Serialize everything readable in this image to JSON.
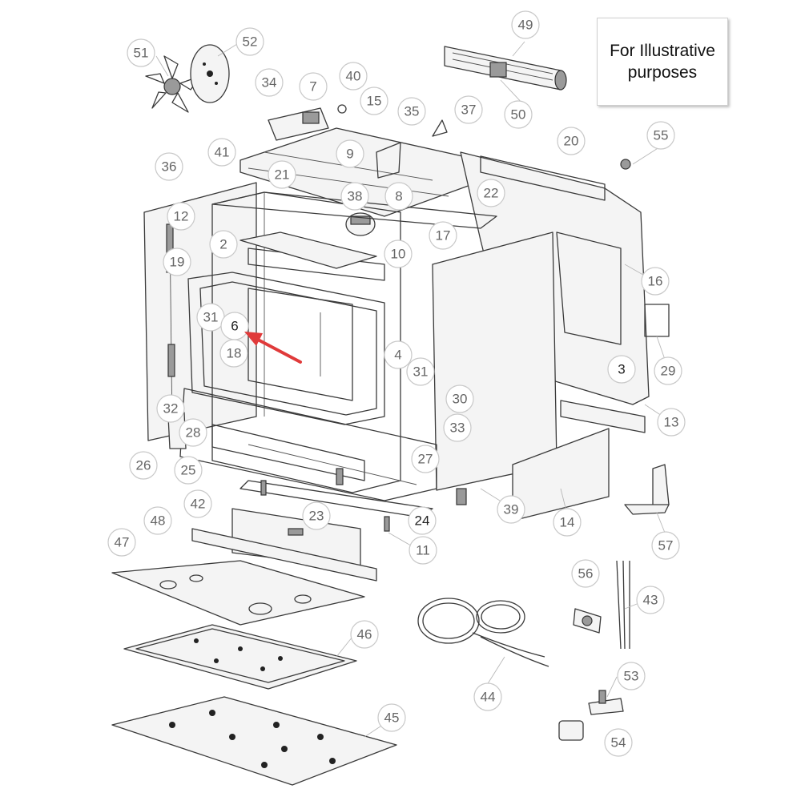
{
  "note": {
    "text": "For Illustrative\npurposes"
  },
  "highlight": {
    "part_number": "6",
    "arrow_color": "#e03a3a"
  },
  "callouts": [
    {
      "id": "51",
      "label": "51"
    },
    {
      "id": "52",
      "label": "52"
    },
    {
      "id": "34",
      "label": "34"
    },
    {
      "id": "7",
      "label": "7"
    },
    {
      "id": "40",
      "label": "40"
    },
    {
      "id": "15",
      "label": "15"
    },
    {
      "id": "35",
      "label": "35"
    },
    {
      "id": "37",
      "label": "37"
    },
    {
      "id": "49",
      "label": "49"
    },
    {
      "id": "50",
      "label": "50"
    },
    {
      "id": "55",
      "label": "55"
    },
    {
      "id": "20",
      "label": "20"
    },
    {
      "id": "36",
      "label": "36"
    },
    {
      "id": "41",
      "label": "41"
    },
    {
      "id": "9",
      "label": "9"
    },
    {
      "id": "21",
      "label": "21"
    },
    {
      "id": "38",
      "label": "38"
    },
    {
      "id": "8",
      "label": "8"
    },
    {
      "id": "22",
      "label": "22"
    },
    {
      "id": "12",
      "label": "12"
    },
    {
      "id": "2",
      "label": "2"
    },
    {
      "id": "17",
      "label": "17"
    },
    {
      "id": "10",
      "label": "10"
    },
    {
      "id": "19",
      "label": "19"
    },
    {
      "id": "16",
      "label": "16"
    },
    {
      "id": "31a",
      "label": "31"
    },
    {
      "id": "6",
      "label": "6"
    },
    {
      "id": "18",
      "label": "18"
    },
    {
      "id": "4",
      "label": "4"
    },
    {
      "id": "31b",
      "label": "31"
    },
    {
      "id": "3",
      "label": "3"
    },
    {
      "id": "29",
      "label": "29"
    },
    {
      "id": "30",
      "label": "30"
    },
    {
      "id": "33",
      "label": "33"
    },
    {
      "id": "13",
      "label": "13"
    },
    {
      "id": "32",
      "label": "32"
    },
    {
      "id": "28",
      "label": "28"
    },
    {
      "id": "26",
      "label": "26"
    },
    {
      "id": "25",
      "label": "25"
    },
    {
      "id": "27",
      "label": "27"
    },
    {
      "id": "42",
      "label": "42"
    },
    {
      "id": "23",
      "label": "23"
    },
    {
      "id": "24",
      "label": "24"
    },
    {
      "id": "39",
      "label": "39"
    },
    {
      "id": "14",
      "label": "14"
    },
    {
      "id": "57",
      "label": "57"
    },
    {
      "id": "48",
      "label": "48"
    },
    {
      "id": "47",
      "label": "47"
    },
    {
      "id": "11",
      "label": "11"
    },
    {
      "id": "56",
      "label": "56"
    },
    {
      "id": "43",
      "label": "43"
    },
    {
      "id": "46",
      "label": "46"
    },
    {
      "id": "44",
      "label": "44"
    },
    {
      "id": "53",
      "label": "53"
    },
    {
      "id": "45",
      "label": "45"
    },
    {
      "id": "54",
      "label": "54"
    }
  ]
}
